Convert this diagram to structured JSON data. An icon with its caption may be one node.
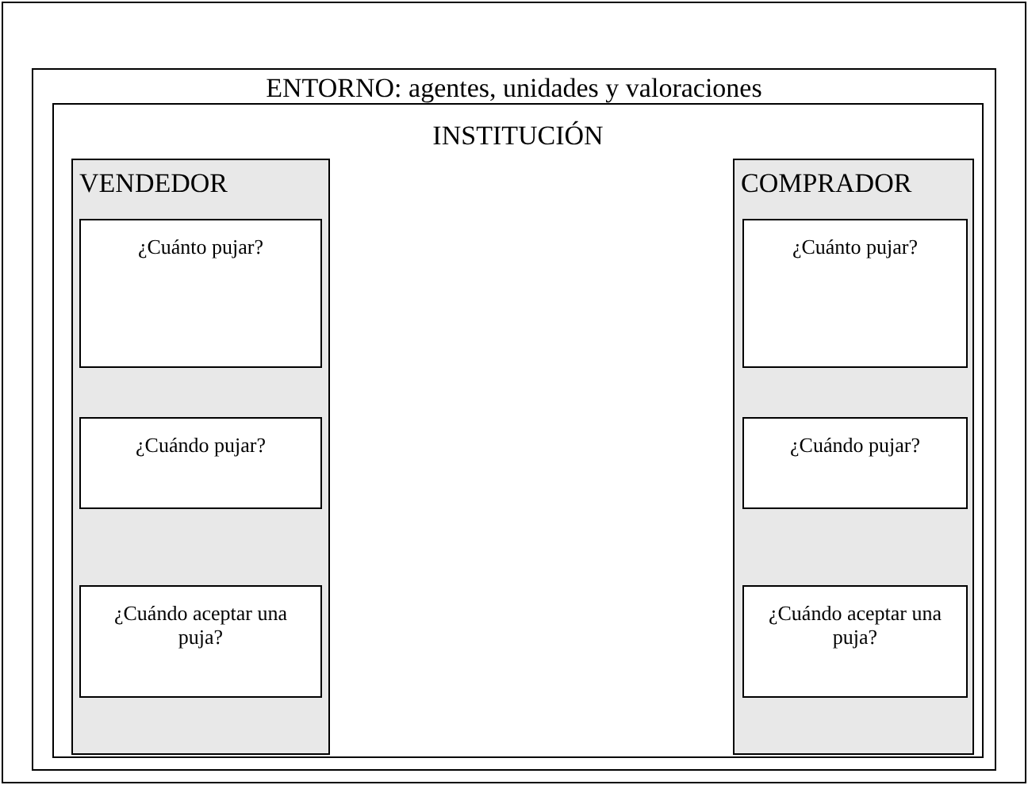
{
  "diagram": {
    "nodes": [
      {
        "text": [
          "ENTORNO: agentes, unidades y valoraciones"
        ]
      },
      {
        "text": [
          "INSTITUCIÓN"
        ],
        "in": 0
      },
      {
        "text": [
          "VENDEDOR"
        ],
        "in": 1
      },
      {
        "text": [
          "¿Cuánto pujar?"
        ],
        "in": 2
      },
      {
        "text": [
          "¿Cuándo pujar?"
        ],
        "in": 2
      },
      {
        "text": [
          "¿Cuándo aceptar una puja?"
        ],
        "in": 2
      },
      {
        "text": [
          "COMPRADOR"
        ],
        "in": 1
      },
      {
        "text": [
          "¿Cuánto pujar?"
        ],
        "in": 6
      },
      {
        "text": [
          "¿Cuándo pujar?"
        ],
        "in": 6
      },
      {
        "text": [
          "¿Cuándo aceptar una puja?"
        ],
        "in": 6
      }
    ]
  }
}
